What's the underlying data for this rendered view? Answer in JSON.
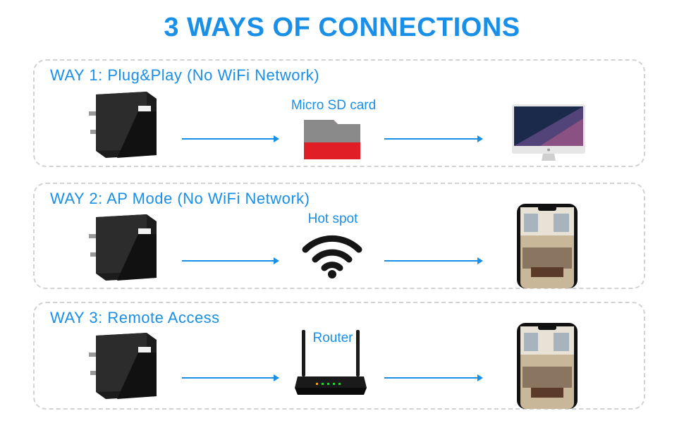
{
  "title": "3 WAYS OF CONNECTIONS",
  "ways": [
    {
      "title": "WAY 1: Plug&Play (No WiFi Network)",
      "middle_label": "Micro SD card",
      "middle_icon": "sd-card-icon",
      "end_icon": "imac-icon"
    },
    {
      "title": "WAY 2: AP Mode (No WiFi Network)",
      "middle_label": "Hot spot",
      "middle_icon": "wifi-icon",
      "end_icon": "smartphone-icon"
    },
    {
      "title": "WAY 3: Remote Access",
      "middle_label": "Router",
      "middle_icon": "router-icon",
      "end_icon": "smartphone-icon"
    }
  ],
  "colors": {
    "accent": "#1a8fe8",
    "panel_border": "#cfd3d6"
  }
}
